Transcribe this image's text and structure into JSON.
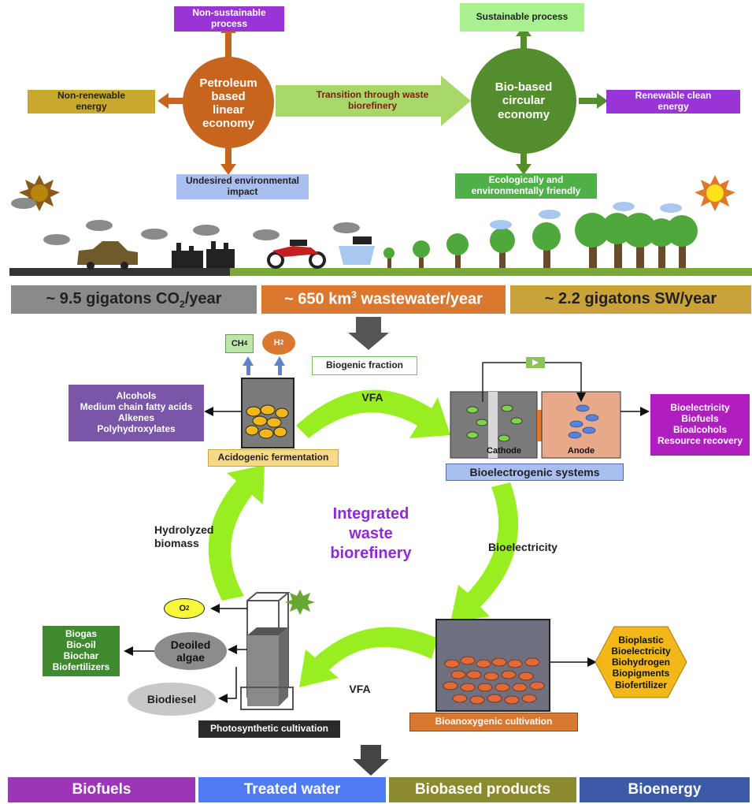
{
  "linear": {
    "circle_label": "Petroleum based linear economy",
    "top": "Non-sustainable process",
    "left": "Non-renewable energy",
    "bottom": "Undesired environmental impact"
  },
  "transition_label": "Transition through waste biorefinery",
  "circular": {
    "circle_label": "Bio-based circular economy",
    "top": "Sustainable process",
    "right": "Renewable clean energy",
    "bottom": "Ecologically and environmentally friendly"
  },
  "stats": {
    "co2_prefix": "~ 9.5 gigatons CO",
    "co2_sub": "2",
    "co2_suffix": "/year",
    "ww_prefix": "~ 650 km",
    "ww_sup": "3",
    "ww_suffix": " wastewater/year",
    "sw": "~ 2.2 gigatons SW/year"
  },
  "biogenic_fraction": "Biogenic fraction",
  "gases": {
    "ch4": "CH",
    "ch4_sub": "4",
    "h2": "H",
    "h2_sub": "2"
  },
  "acid_products": [
    "Alcohols",
    "Medium chain fatty acids",
    "Alkenes",
    "Polyhydroxylates"
  ],
  "acidogenic_label": "Acidogenic fermentation",
  "vfa_top": "VFA",
  "electrodes": {
    "cathode": "Cathode",
    "anode": "Anode"
  },
  "bioelectrogenic_label": "Bioelectrogenic systems",
  "bes_products": [
    "Bioelectricity",
    "Biofuels",
    "Bioalcohols",
    "Resource recovery"
  ],
  "center_label": [
    "Integrated",
    "waste",
    "biorefinery"
  ],
  "hydrolyzed_label": [
    "Hydrolyzed",
    "biomass"
  ],
  "bioelectricity_label": "Bioelectricity",
  "o2": {
    "o": "O",
    "sub": "2"
  },
  "algae_products": [
    "Biogas",
    "Bio-oil",
    "Biochar",
    "Biofertilizers"
  ],
  "deoiled_algae": [
    "Deoiled",
    "algae"
  ],
  "biodiesel": "Biodiesel",
  "photosynthetic_label": "Photosynthetic cultivation",
  "vfa_bottom": "VFA",
  "bioanoxygenic_label": "Bioanoxygenic cultivation",
  "anox_products": [
    "Bioplastic",
    "Bioelectricity",
    "Biohydrogen",
    "Biopigments",
    "Biofertilizer"
  ],
  "bottom_bar": [
    "Biofuels",
    "Treated water",
    "Biobased products",
    "Bioenergy"
  ],
  "colors": {
    "linear_circle": "#c7651f",
    "circular_circle": "#548d2e",
    "purple": "#9b34d6",
    "mustard": "#c9a92d",
    "light_blue": "#a9bff0",
    "light_green": "#a8f090",
    "green": "#4fb04a",
    "co2_bar": "#8a8a8a",
    "ww_bar": "#d9782e",
    "sw_bar": "#c9a33a",
    "arrow_green": "#99ee22",
    "center_text": "#8e2bd6",
    "bar_biofuels": "#9c35b8",
    "bar_water": "#4f7cf5",
    "bar_products": "#8c8a2e",
    "bar_energy": "#3d5aa8"
  }
}
